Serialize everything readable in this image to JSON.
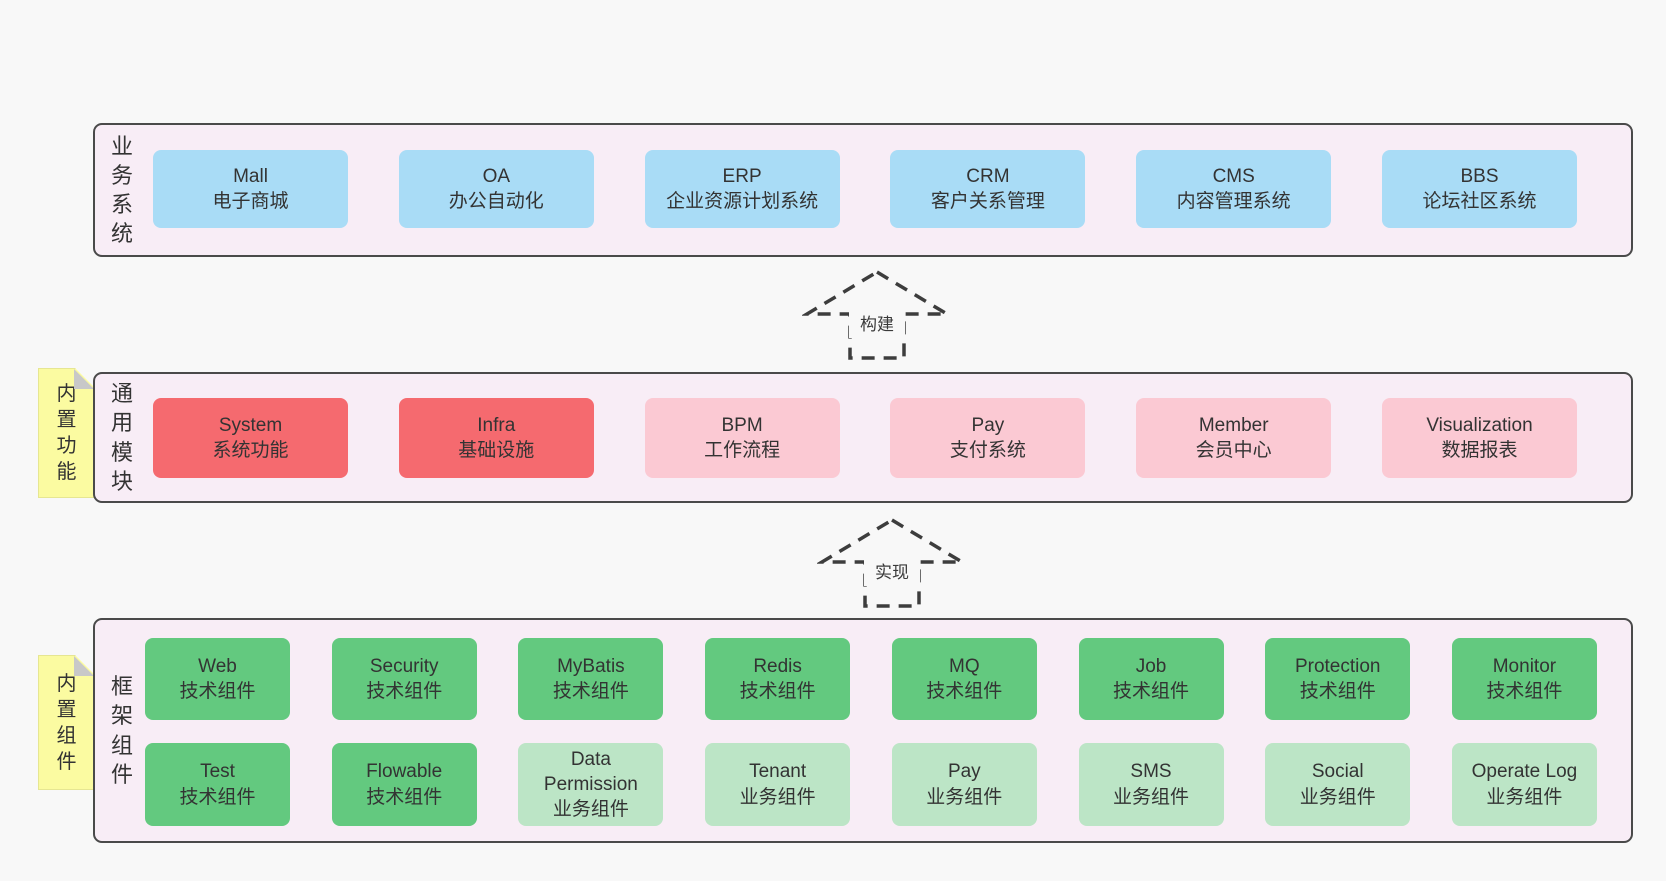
{
  "meta": {
    "bg": "#f8f8f8",
    "panel_fill": "#f8edf6",
    "panel_border": "#4a4a4a",
    "text_color": "#333333",
    "sticky_fill": "#fbfba1",
    "sticky_fold": "#c8c8c8"
  },
  "palette": {
    "blue": "#a9dcf6",
    "red": "#f56a6f",
    "pink": "#fbc9d3",
    "green": "#63c97f",
    "lightgreen": "#bce5c6"
  },
  "arrows": [
    {
      "label": "构建"
    },
    {
      "label": "实现"
    }
  ],
  "sections": [
    {
      "side_label": "业务系统",
      "sticky": null,
      "rows": [
        [
          {
            "title": "Mall",
            "subtitle": "电子商城",
            "color": "blue"
          },
          {
            "title": "OA",
            "subtitle": "办公自动化",
            "color": "blue"
          },
          {
            "title": "ERP",
            "subtitle": "企业资源计划系统",
            "color": "blue"
          },
          {
            "title": "CRM",
            "subtitle": "客户关系管理",
            "color": "blue"
          },
          {
            "title": "CMS",
            "subtitle": "内容管理系统",
            "color": "blue"
          },
          {
            "title": "BBS",
            "subtitle": "论坛社区系统",
            "color": "blue"
          }
        ]
      ]
    },
    {
      "side_label": "通用模块",
      "sticky": "内置功能",
      "rows": [
        [
          {
            "title": "System",
            "subtitle": "系统功能",
            "color": "red"
          },
          {
            "title": "Infra",
            "subtitle": "基础设施",
            "color": "red"
          },
          {
            "title": "BPM",
            "subtitle": "工作流程",
            "color": "pink"
          },
          {
            "title": "Pay",
            "subtitle": "支付系统",
            "color": "pink"
          },
          {
            "title": "Member",
            "subtitle": "会员中心",
            "color": "pink"
          },
          {
            "title": "Visualization",
            "subtitle": "数据报表",
            "color": "pink"
          }
        ]
      ]
    },
    {
      "side_label": "框架组件",
      "sticky": "内置组件",
      "rows": [
        [
          {
            "title": "Web",
            "subtitle": "技术组件",
            "color": "green"
          },
          {
            "title": "Security",
            "subtitle": "技术组件",
            "color": "green"
          },
          {
            "title": "MyBatis",
            "subtitle": "技术组件",
            "color": "green"
          },
          {
            "title": "Redis",
            "subtitle": "技术组件",
            "color": "green"
          },
          {
            "title": "MQ",
            "subtitle": "技术组件",
            "color": "green"
          },
          {
            "title": "Job",
            "subtitle": "技术组件",
            "color": "green"
          },
          {
            "title": "Protection",
            "subtitle": "技术组件",
            "color": "green"
          },
          {
            "title": "Monitor",
            "subtitle": "技术组件",
            "color": "green"
          }
        ],
        [
          {
            "title": "Test",
            "subtitle": "技术组件",
            "color": "green"
          },
          {
            "title": "Flowable",
            "subtitle": "技术组件",
            "color": "green"
          },
          {
            "title": "Data Permission",
            "subtitle": "业务组件",
            "color": "lightgreen"
          },
          {
            "title": "Tenant",
            "subtitle": "业务组件",
            "color": "lightgreen"
          },
          {
            "title": "Pay",
            "subtitle": "业务组件",
            "color": "lightgreen"
          },
          {
            "title": "SMS",
            "subtitle": "业务组件",
            "color": "lightgreen"
          },
          {
            "title": "Social",
            "subtitle": "业务组件",
            "color": "lightgreen"
          },
          {
            "title": "Operate Log",
            "subtitle": "业务组件",
            "color": "lightgreen"
          }
        ]
      ]
    }
  ]
}
